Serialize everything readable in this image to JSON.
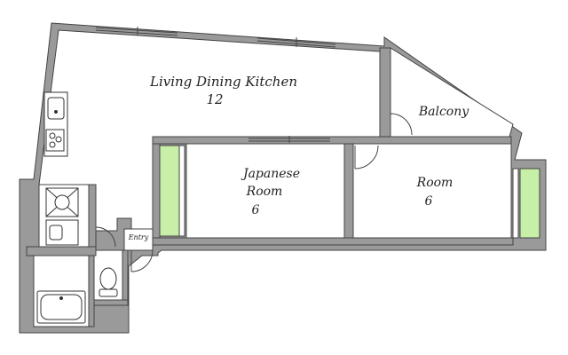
{
  "rooms": {
    "ldk": {
      "name": "Living Dining Kitchen",
      "size": "12"
    },
    "japanese": {
      "name_line1": "Japanese",
      "name_line2": "Room",
      "size": "6"
    },
    "room": {
      "name": "Room",
      "size": "6"
    },
    "balcony": {
      "name": "Balcony"
    },
    "entry": {
      "name": "Entry"
    }
  },
  "colors": {
    "wall": "#9a9a9a",
    "wall_outline": "#444444",
    "floor": "#ffffff",
    "closet": "#c7efa8",
    "fixture": "#333333"
  }
}
